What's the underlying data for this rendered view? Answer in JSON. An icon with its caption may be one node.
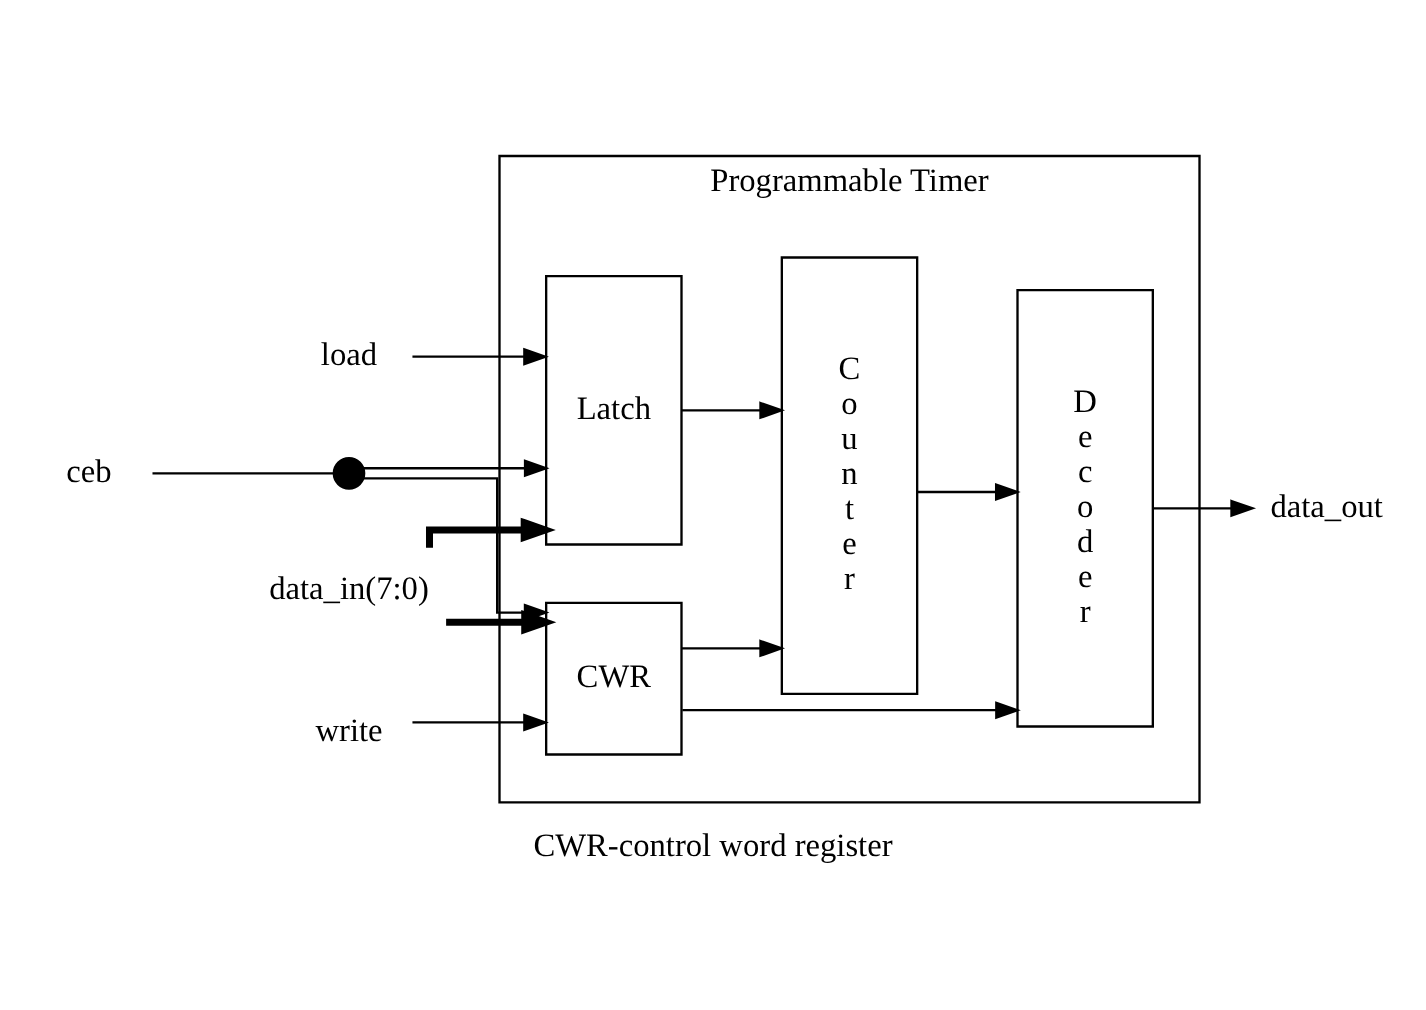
{
  "diagram": {
    "caption": "CWR-control word register",
    "nodes": [
      {
        "text": [
          "Programmable Timer"
        ]
      },
      {
        "text": [
          "ceb"
        ]
      },
      {
        "text": [],
        "shape": "circle"
      },
      {
        "text": [
          "load"
        ]
      },
      {
        "text": [
          "Latch"
        ],
        "in": 0
      },
      {
        "text": [
          "C o u n t e r"
        ],
        "in": 0
      },
      {
        "text": [
          "D e c o d e r"
        ],
        "in": 0
      },
      {
        "text": [
          "data_out"
        ]
      },
      {
        "text": [
          "data_in(7:0)"
        ]
      },
      {
        "text": [
          "CWR"
        ],
        "in": 0
      },
      {
        "text": [
          "write"
        ]
      }
    ],
    "edges": [
      {
        "from": 1,
        "to": 2,
        "arrow": "none"
      },
      {
        "from": 2,
        "to": 4,
        "arrow": "to"
      },
      {
        "from": 3,
        "to": 4,
        "arrow": "to"
      },
      {
        "from": 8,
        "to": 4,
        "arrow": "to",
        "style": "thick"
      },
      {
        "from": 8,
        "to": 9,
        "arrow": "to",
        "style": "thick"
      },
      {
        "from": 2,
        "to": 9,
        "arrow": "to"
      },
      {
        "from": 10,
        "to": 9,
        "arrow": "to"
      },
      {
        "from": 4,
        "to": 5,
        "arrow": "to"
      },
      {
        "from": 9,
        "to": 5,
        "arrow": "to"
      },
      {
        "from": 5,
        "to": 6,
        "arrow": "to"
      },
      {
        "from": 9,
        "to": 6,
        "arrow": "to"
      },
      {
        "from": 6,
        "to": 7,
        "arrow": "to"
      }
    ]
  }
}
